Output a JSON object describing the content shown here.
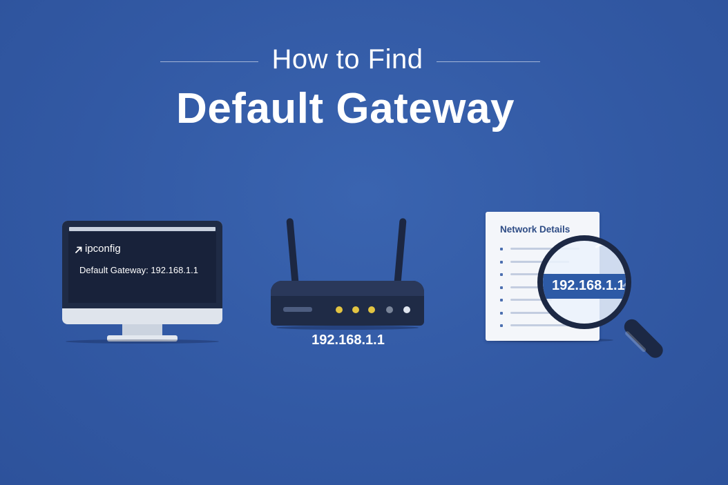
{
  "header": {
    "subtitle": "How to Find",
    "title": "Default Gateway"
  },
  "monitor": {
    "command": "ipconfig",
    "command_icon": "arrow-up-right-icon",
    "output": "Default Gateway: 192.168.1.1"
  },
  "router": {
    "ip_label": "192.168.1.1",
    "led_colors": [
      "#e2c442",
      "#e2c442",
      "#e2c442",
      "#7a8599",
      "#dfe5ef"
    ]
  },
  "document": {
    "title": "Network Details",
    "magnified_value": "192.168.1.1"
  },
  "colors": {
    "background": "#3259a4",
    "dark_navy": "#1f2b45",
    "accent_blue": "#2d5aa6"
  }
}
